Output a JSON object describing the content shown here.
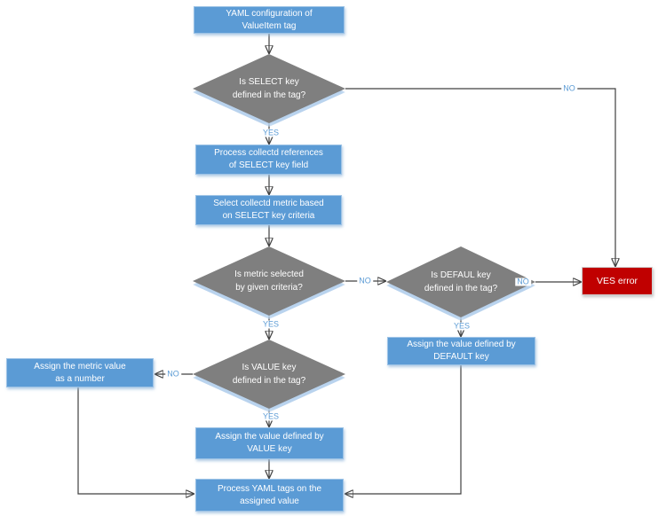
{
  "flowchart": {
    "type": "flowchart",
    "nodes": {
      "yaml_config": {
        "label": "YAML configuration of\nValueItem tag",
        "type": "process"
      },
      "is_select_key": {
        "label": "Is SELECT key\ndefined in the tag?",
        "type": "decision"
      },
      "process_refs": {
        "label": "Process collectd references\nof SELECT key field",
        "type": "process"
      },
      "select_metric": {
        "label": "Select collectd metric based\non SELECT key criteria",
        "type": "process"
      },
      "is_metric_sel": {
        "label": "Is metric selected\nby given criteria?",
        "type": "decision"
      },
      "is_default_key": {
        "label": "Is DEFAUL key\ndefined in the tag?",
        "type": "decision"
      },
      "ves_error": {
        "label": "VES error",
        "type": "error"
      },
      "assign_default": {
        "label": "Assign the value defined by\nDEFAULT key",
        "type": "process"
      },
      "assign_number": {
        "label": "Assign the metric value\nas a number",
        "type": "process"
      },
      "is_value_key": {
        "label": "Is VALUE key\ndefined in the tag?",
        "type": "decision"
      },
      "assign_value": {
        "label": "Assign the value defined by\nVALUE key",
        "type": "process"
      },
      "process_tags": {
        "label": "Process YAML tags on the\nassigned value",
        "type": "process"
      }
    },
    "edges": {
      "start": {
        "from": "yaml_config",
        "to": "is_select_key",
        "label": ""
      },
      "select_no": {
        "from": "is_select_key",
        "to": "ves_error",
        "label": "NO"
      },
      "select_yes": {
        "from": "is_select_key",
        "to": "process_refs",
        "label": "YES"
      },
      "refs_next": {
        "from": "process_refs",
        "to": "select_metric",
        "label": ""
      },
      "metric_next": {
        "from": "select_metric",
        "to": "is_metric_sel",
        "label": ""
      },
      "metric_no": {
        "from": "is_metric_sel",
        "to": "is_default_key",
        "label": "NO"
      },
      "metric_yes": {
        "from": "is_metric_sel",
        "to": "is_value_key",
        "label": "YES"
      },
      "default_no": {
        "from": "is_default_key",
        "to": "ves_error",
        "label": "NO"
      },
      "default_yes": {
        "from": "is_default_key",
        "to": "assign_default",
        "label": "YES"
      },
      "default_join": {
        "from": "assign_default",
        "to": "process_tags",
        "label": ""
      },
      "value_no": {
        "from": "is_value_key",
        "to": "assign_number",
        "label": "NO"
      },
      "value_yes": {
        "from": "is_value_key",
        "to": "assign_value",
        "label": "YES"
      },
      "number_join": {
        "from": "assign_number",
        "to": "process_tags",
        "label": ""
      },
      "value_join": {
        "from": "assign_value",
        "to": "process_tags",
        "label": ""
      }
    },
    "colors": {
      "process_fill": "#5B9BD5",
      "process_border": "#9DC3E6",
      "decision_fill": "#7F7F7F",
      "error_fill": "#C00000",
      "connector": "#404040",
      "edge_label": "#5B9BD5",
      "node_text": "#FFFFFF"
    }
  }
}
